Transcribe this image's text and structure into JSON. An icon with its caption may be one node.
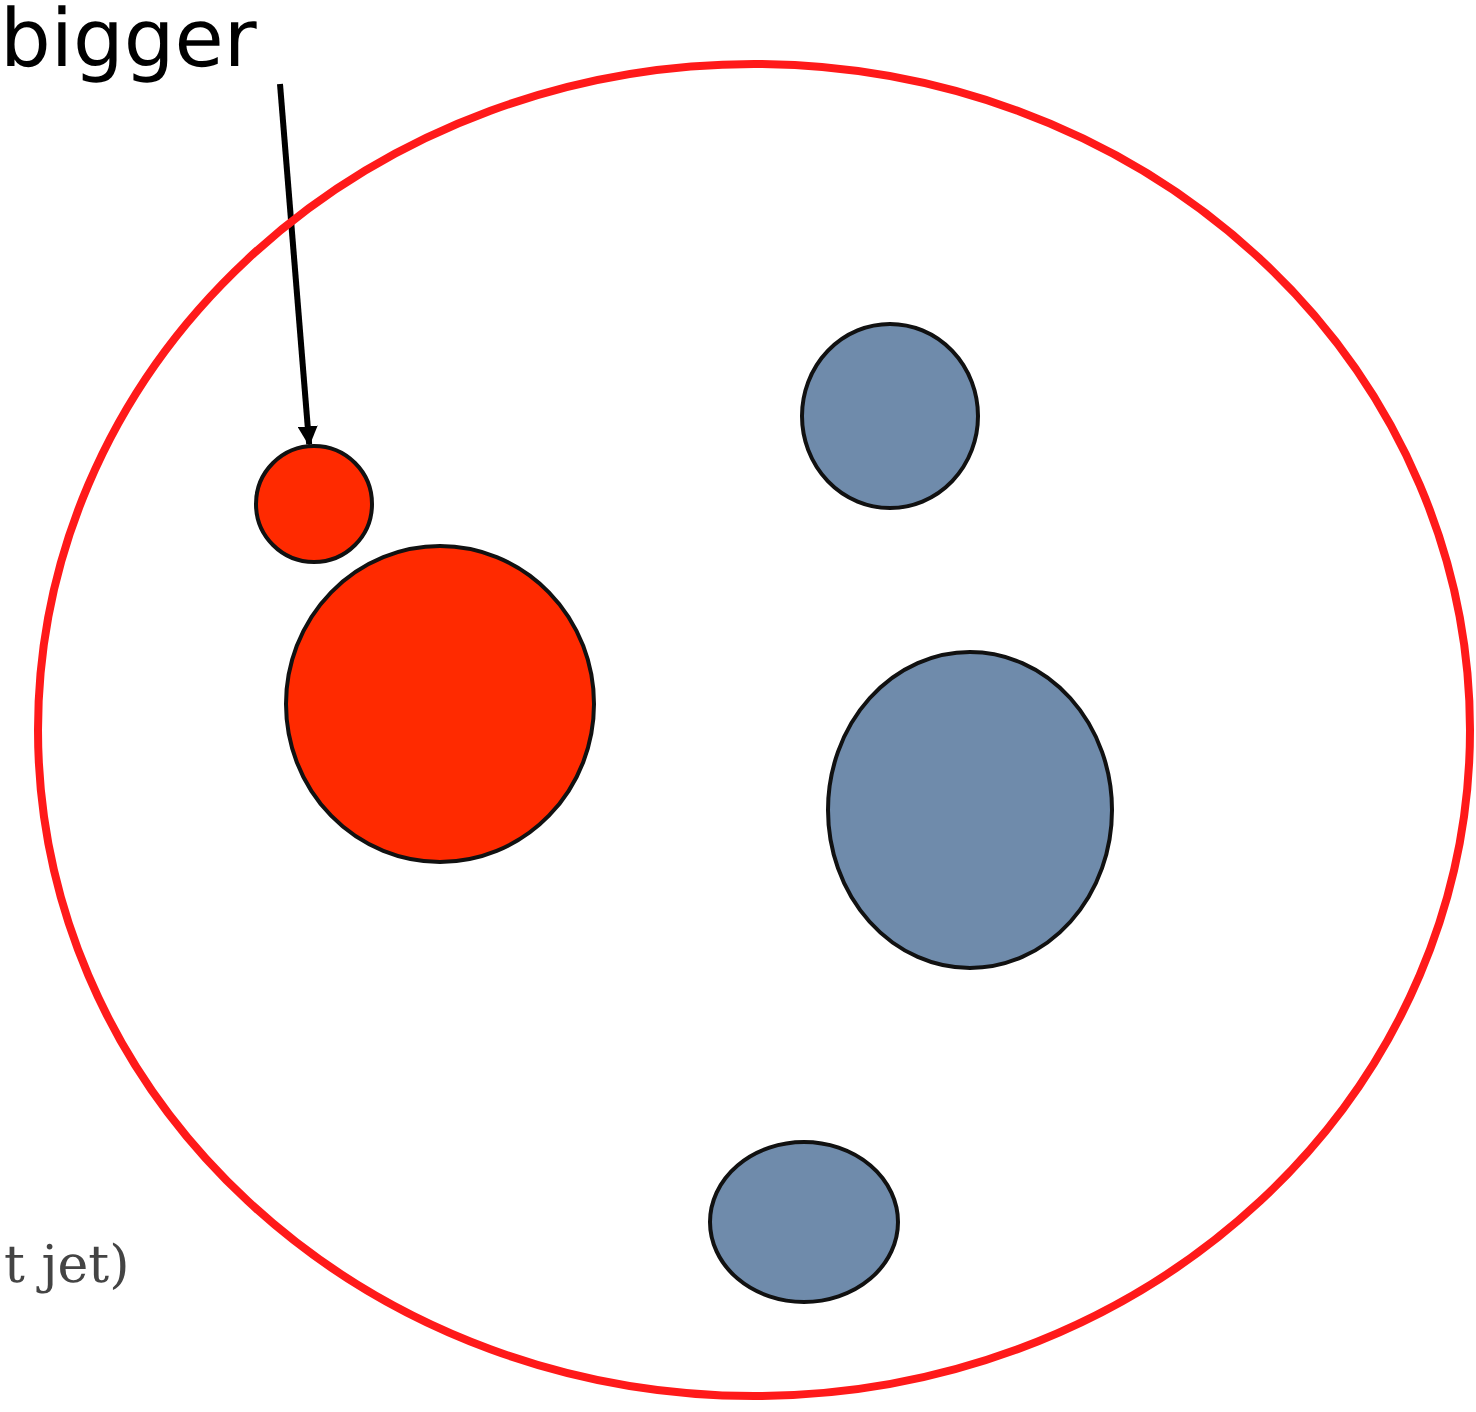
{
  "diagram": {
    "nodes": [
      {
        "text": [
          "bigger"
        ]
      },
      {
        "text": [],
        "shape": "circle"
      },
      {
        "text": [],
        "shape": "circle",
        "in": 1
      },
      {
        "text": [],
        "shape": "circle",
        "in": 1
      },
      {
        "text": [],
        "shape": "circle",
        "in": 1
      },
      {
        "text": [],
        "shape": "circle",
        "in": 1
      },
      {
        "text": [],
        "shape": "circle",
        "in": 1
      }
    ],
    "edges": [
      {
        "from": 0,
        "to": 2,
        "arrow": "to"
      }
    ],
    "labels": [
      "t jet)"
    ]
  }
}
